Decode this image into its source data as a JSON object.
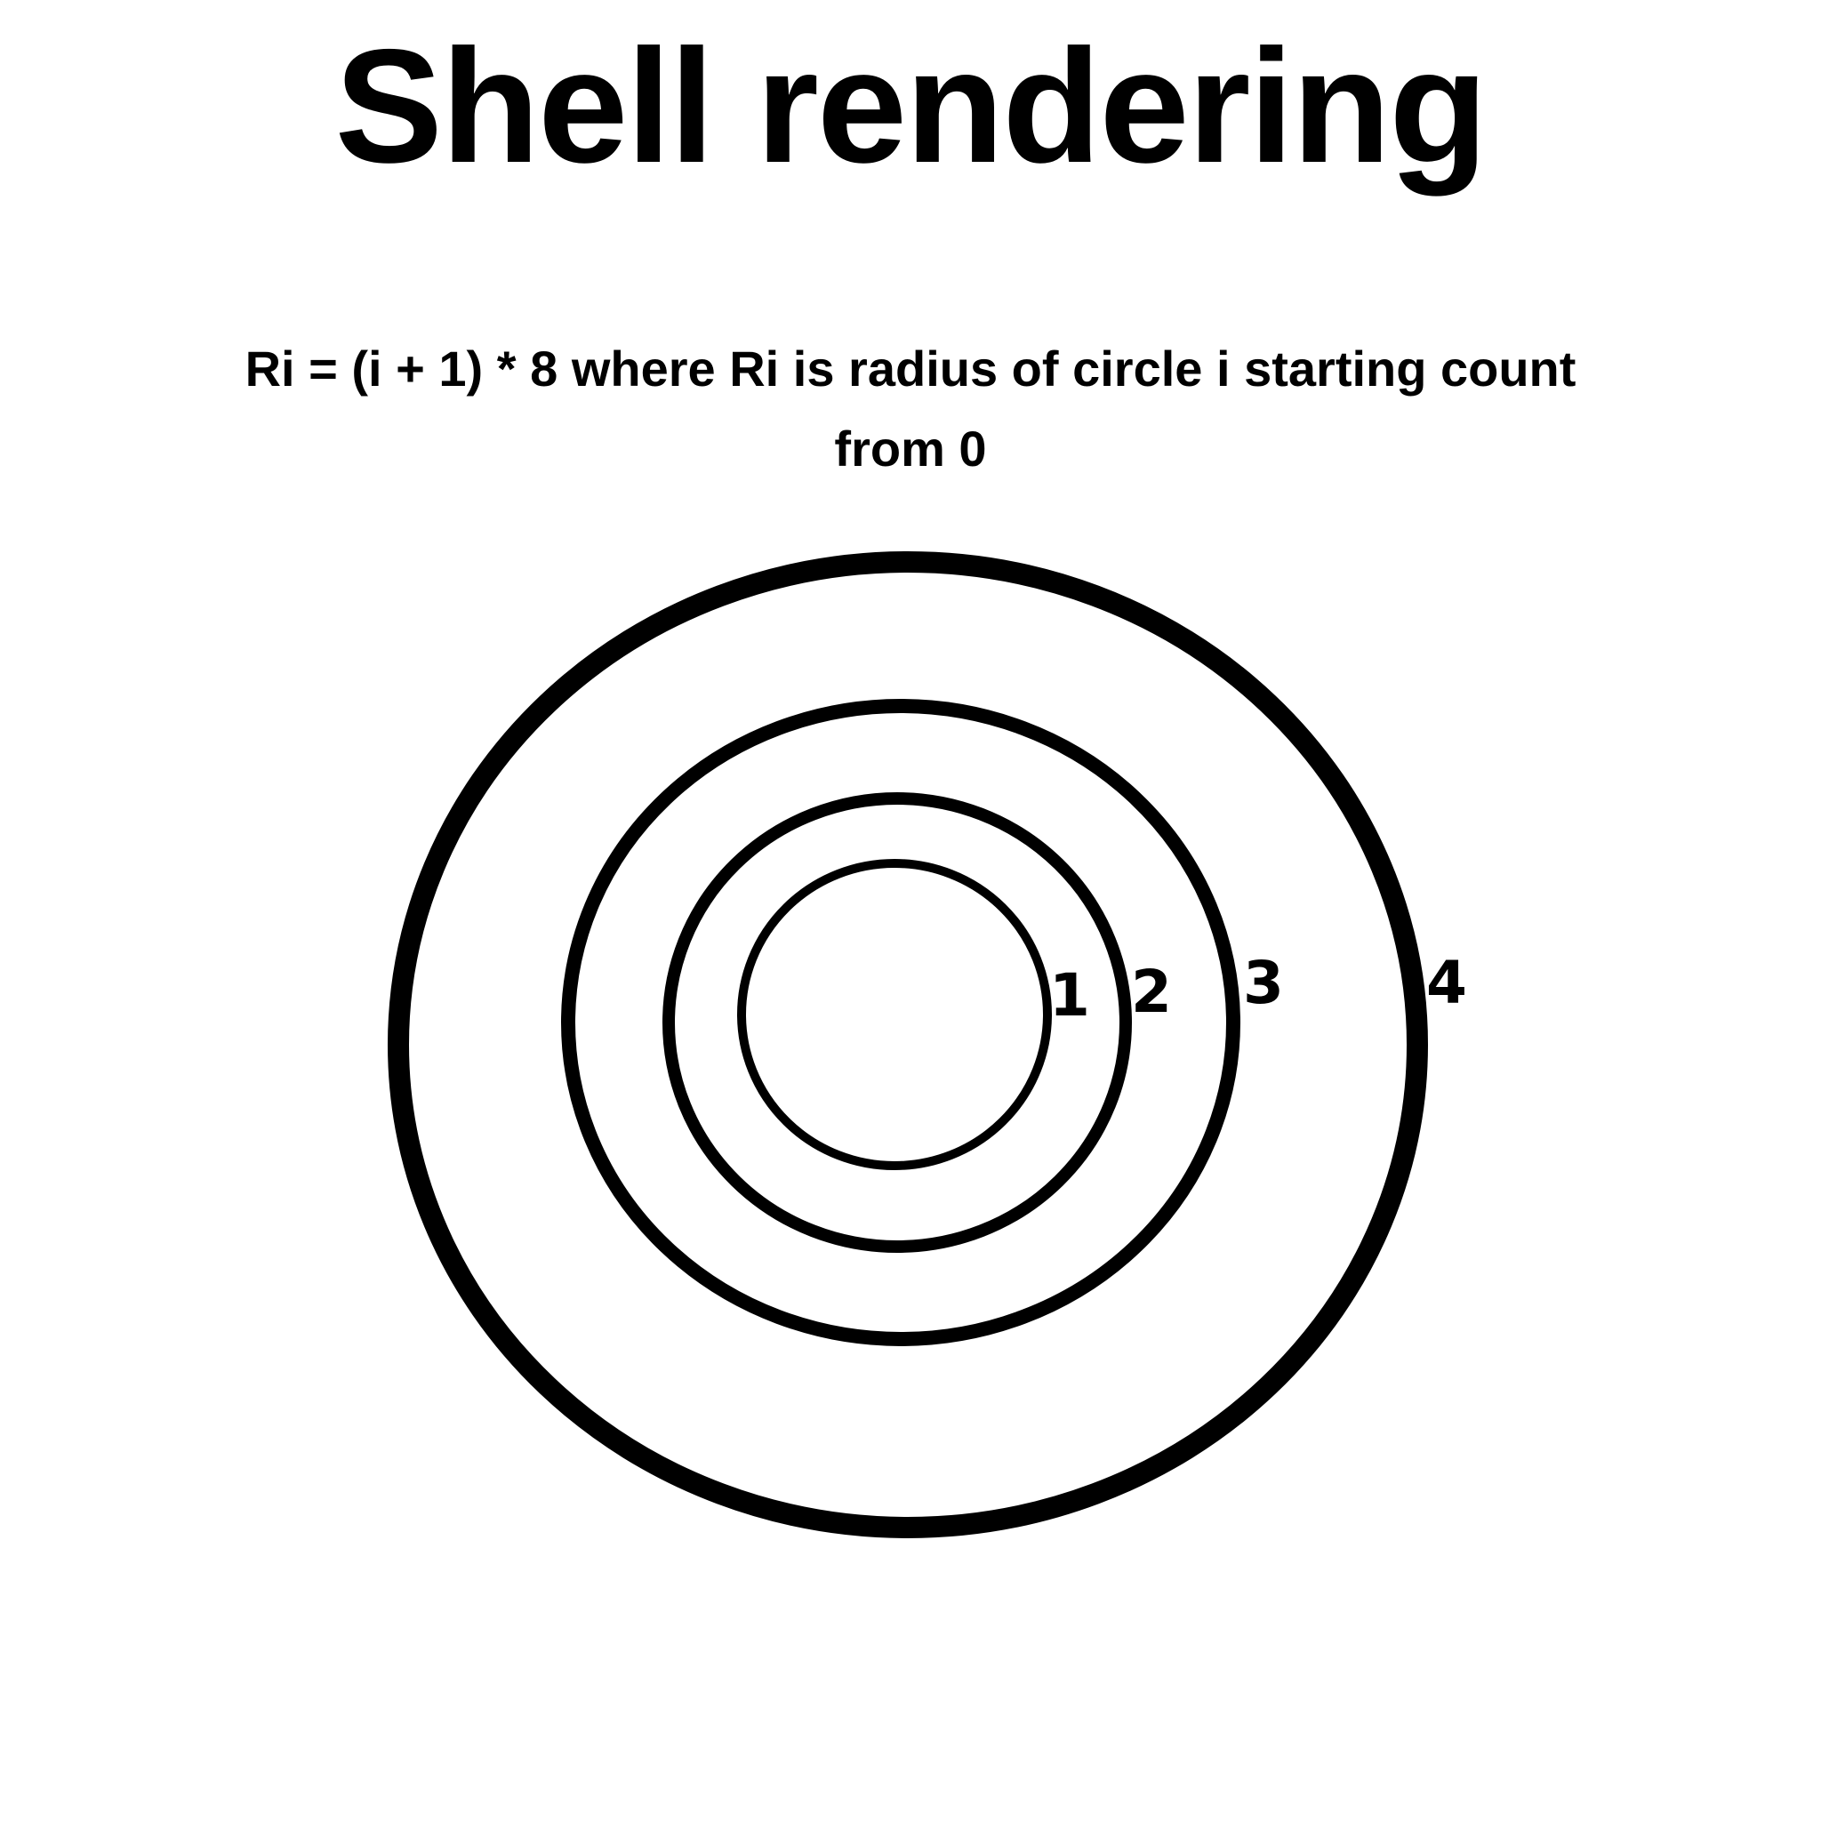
{
  "title": "Shell rendering",
  "subtitle": "Ri = (i + 1) * 8 where Ri is radius of circle i starting count from 0",
  "shells": [
    {
      "label": "1"
    },
    {
      "label": "2"
    },
    {
      "label": "3"
    },
    {
      "label": "4"
    }
  ],
  "colors": {
    "stroke": "#000000",
    "background": "#ffffff"
  }
}
